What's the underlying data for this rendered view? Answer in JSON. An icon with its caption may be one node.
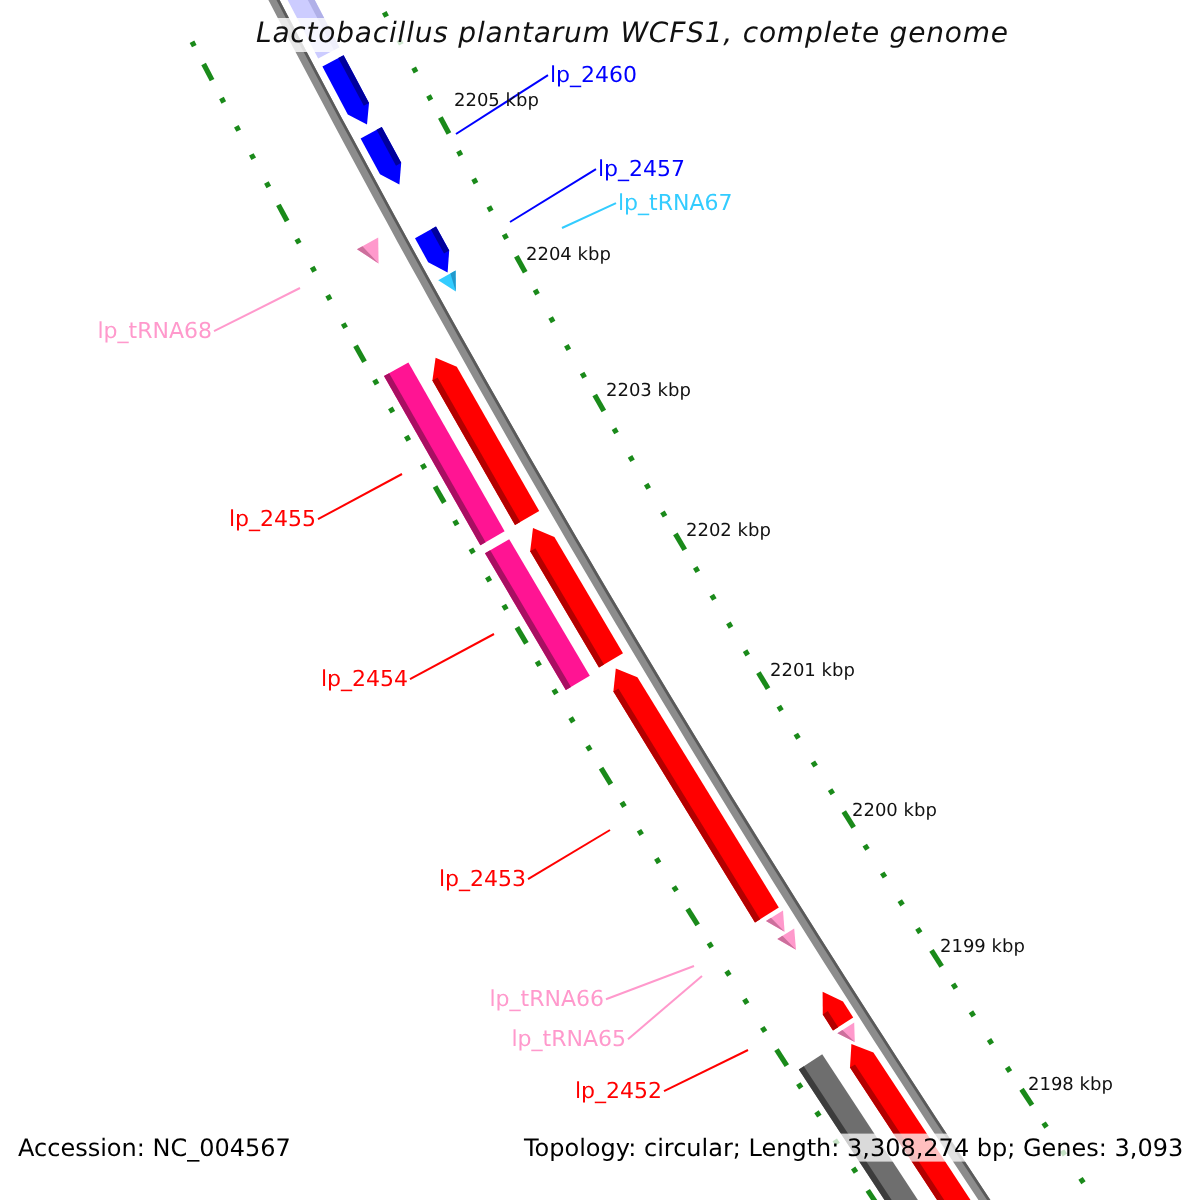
{
  "diagram": {
    "title": "Lactobacillus plantarum WCFS1, complete genome",
    "nodes": [
      {
        "text": [
          "lp_2460"
        ]
      },
      {
        "text": [
          "lp_2457"
        ]
      },
      {
        "text": [
          "lp_tRNA67"
        ]
      },
      {
        "text": [
          "lp_tRNA68"
        ]
      },
      {
        "text": [
          "lp_2455"
        ]
      },
      {
        "text": [
          "lp_2454"
        ]
      },
      {
        "text": [
          "lp_2453"
        ]
      },
      {
        "text": [
          "lp_tRNA66"
        ]
      },
      {
        "text": [
          "lp_tRNA65"
        ]
      },
      {
        "text": [
          "lp_2452"
        ]
      }
    ],
    "edges": [
      {
        "from": 0,
        "to": null,
        "arrow": "none",
        "color": "#0000ff"
      },
      {
        "from": 1,
        "to": null,
        "arrow": "none",
        "color": "#0000ff"
      },
      {
        "from": 2,
        "to": null,
        "arrow": "none",
        "color": "#33ccff"
      },
      {
        "from": 3,
        "to": null,
        "arrow": "none",
        "color": "#ff99cc"
      },
      {
        "from": 4,
        "to": null,
        "arrow": "none"
      },
      {
        "from": 5,
        "to": null,
        "arrow": "none"
      },
      {
        "from": 6,
        "to": null,
        "arrow": "none"
      },
      {
        "from": 7,
        "to": null,
        "arrow": "none",
        "color": "#ff99cc"
      },
      {
        "from": 8,
        "to": null,
        "arrow": "none",
        "color": "#ff99cc"
      },
      {
        "from": 9,
        "to": null,
        "arrow": "none"
      }
    ],
    "labels": [
      "2205 kbp",
      "2204 kbp",
      "2203 kbp",
      "2202 kbp",
      "2201 kbp",
      "2200 kbp",
      "2199 kbp",
      "2198 kbp",
      "Accession: NC_004567",
      "Topology: circular; Length: 3,308,274 bp; Genes: 3,093"
    ]
  }
}
